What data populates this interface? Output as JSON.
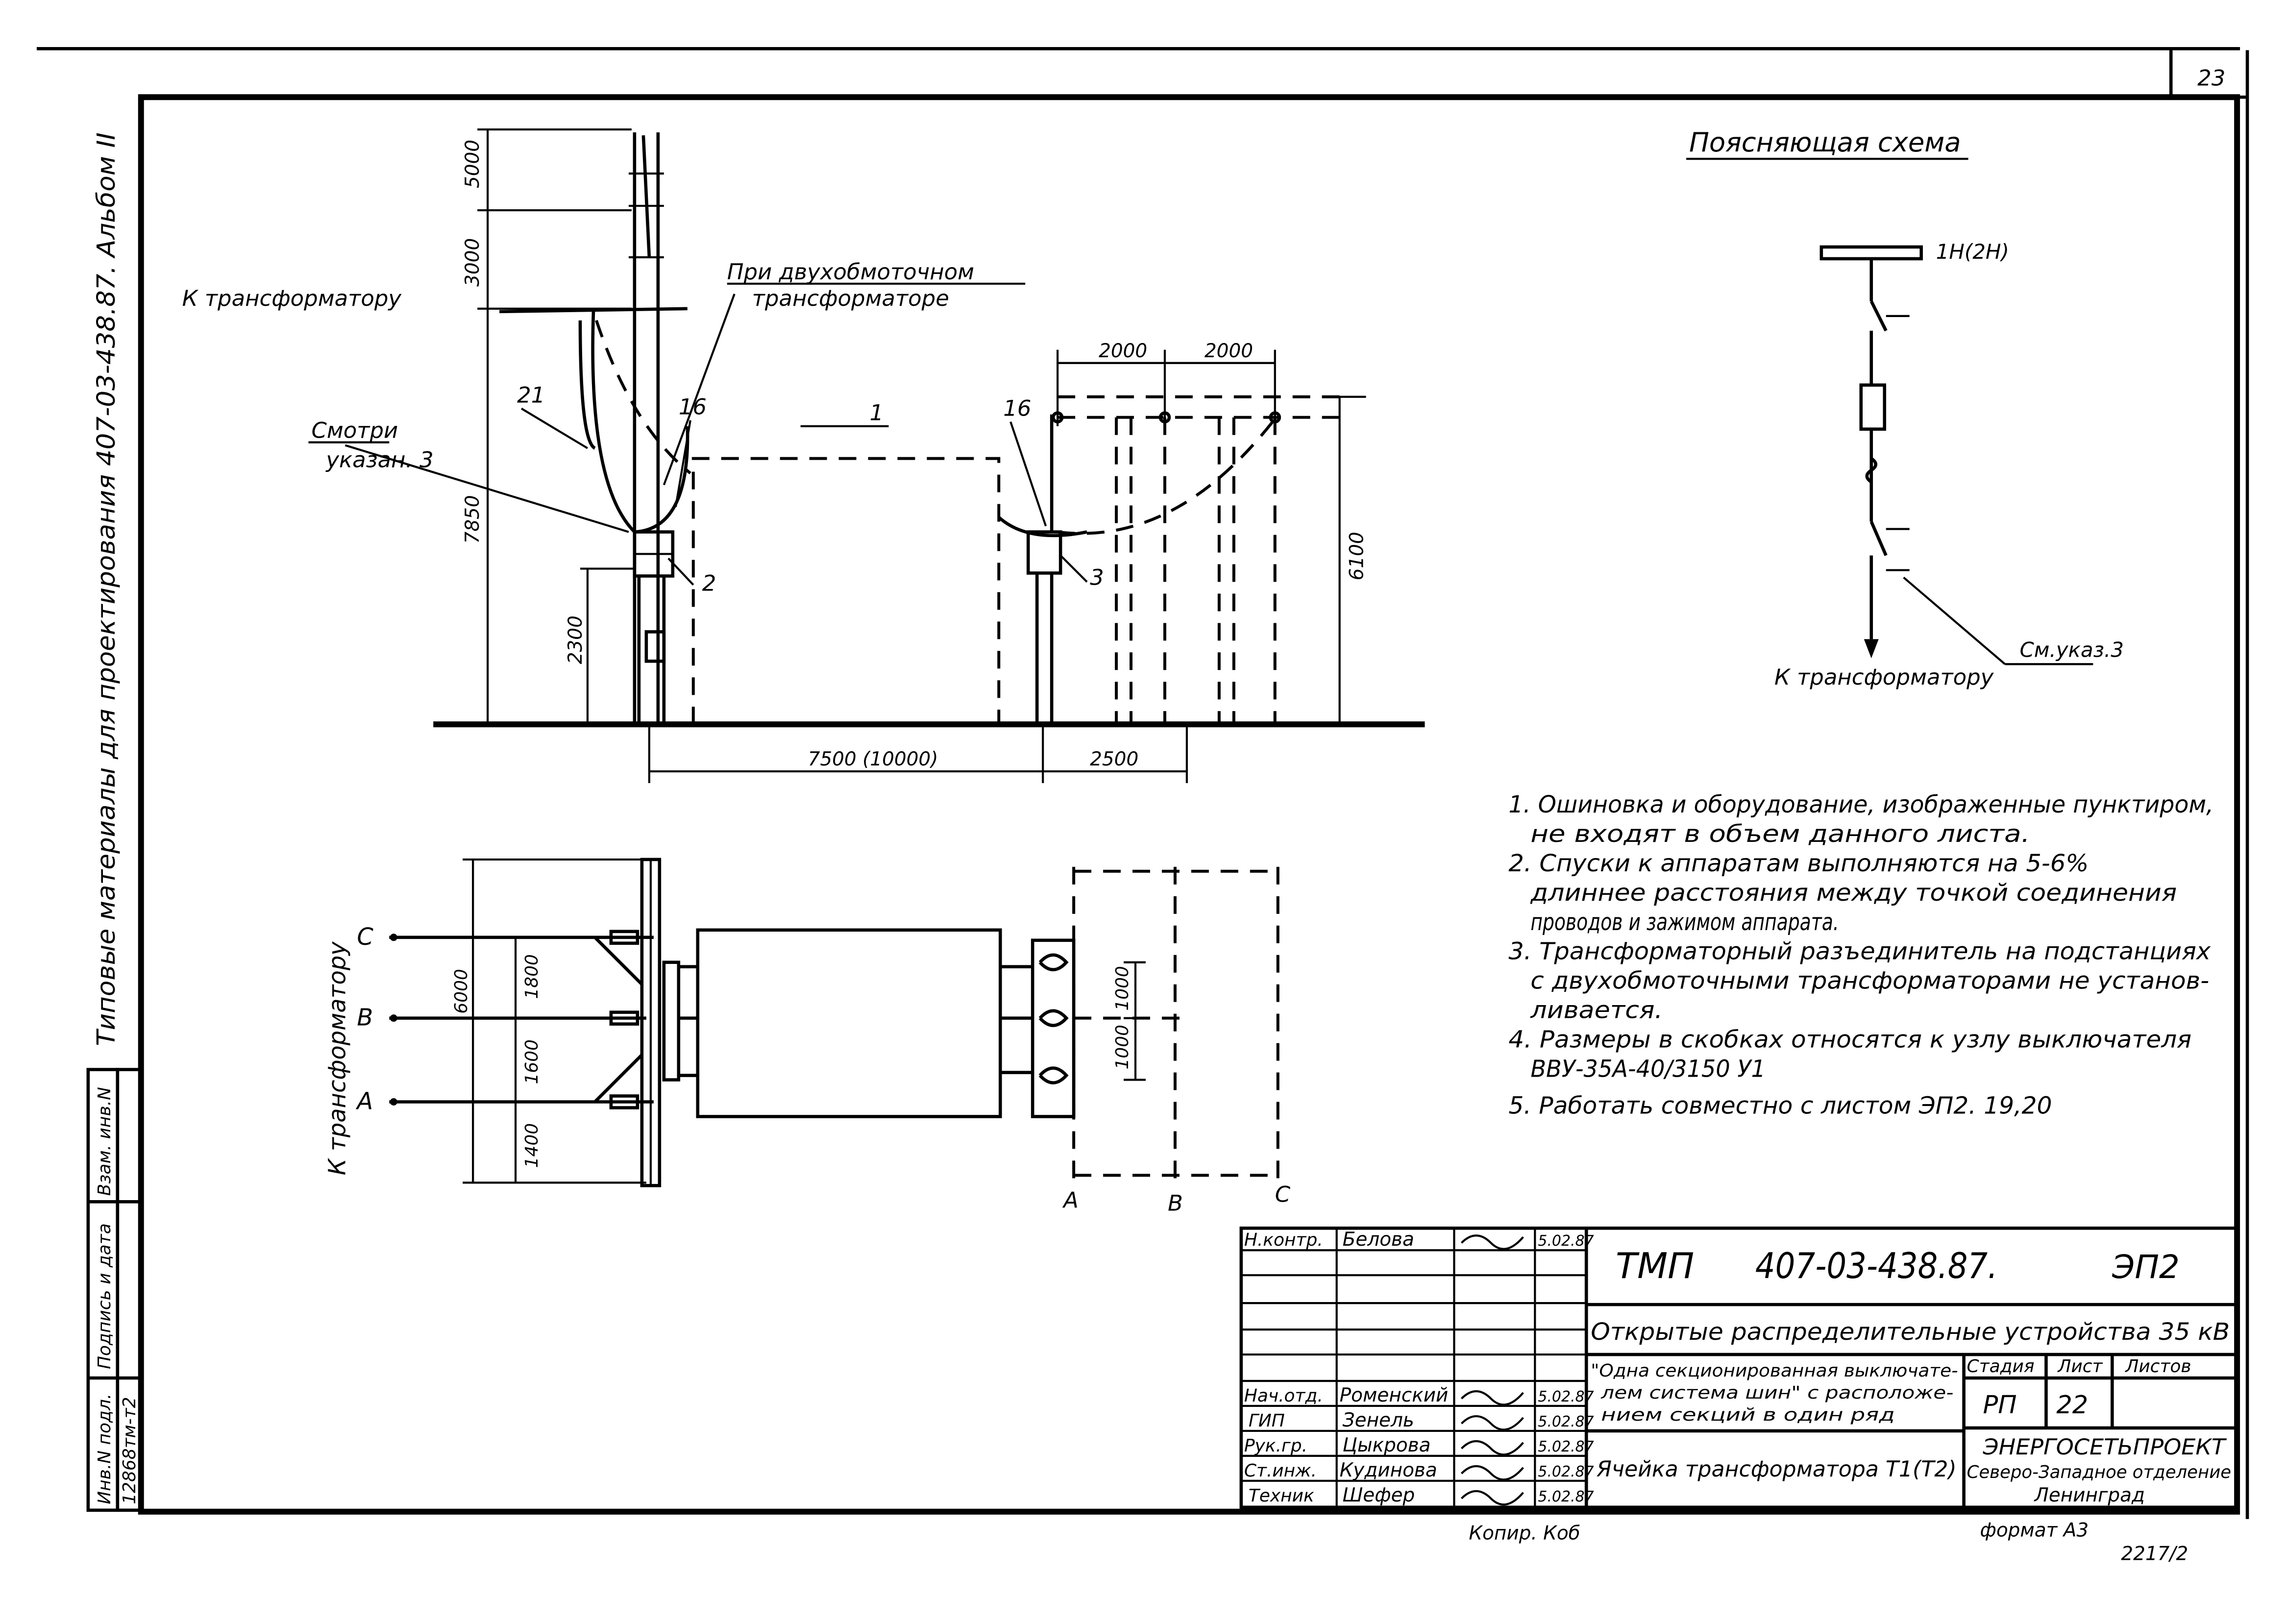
{
  "sheet": {
    "number": "23",
    "side_stamp": "Типовые материалы для проектирования 407-03-438.87. Альбом II",
    "bottom_left_num": "12868тм-т2",
    "side_labels": [
      "Инв.N подл.",
      "Подпись и дата",
      "Взам. инв.N"
    ],
    "copy_note": "Копир. Коб",
    "format_note": "формат А3",
    "inv_note": "2217/2"
  },
  "drawing": {
    "to_transformer": "К трансформатору",
    "two_winding": "При двухобмоточном",
    "two_winding_2": "трансформаторе",
    "see_note": "Смотри",
    "see_note_2": "указан. 3",
    "dims": {
      "d5000": "5000",
      "d3000": "3000",
      "d7850": "7850",
      "d2300": "2300",
      "d6100": "6100",
      "d2000a": "2000",
      "d2000b": "2000",
      "d7500": "7500 (10000)",
      "d2500": "2500",
      "d6000": "6000",
      "d1800": "1800",
      "d1600": "1600",
      "d1400": "1400",
      "d1000a": "1000",
      "d1000b": "1000"
    },
    "refs": {
      "r1": "1",
      "r2": "2",
      "r3": "3",
      "r16a": "16",
      "r16b": "16",
      "r21": "21"
    },
    "phases": {
      "c": "С",
      "b": "В",
      "a": "А"
    },
    "bottom_phases": {
      "a": "А",
      "b": "В",
      "c": "С"
    },
    "to_transformer_plan": "К трансформатору"
  },
  "schema": {
    "title": "Поясняющая схема",
    "bus_label": "1Н(2Н)",
    "see_note": "См.указ.3",
    "to_transformer": "К трансформатору"
  },
  "notes": [
    "1. Ошиновка и оборудование, изображенные пунктиром,",
    "не входят в объем данного листа.",
    "2. Спуски к аппаратам выполняются на 5-6%",
    "длиннее расстояния между точкой соединения",
    "проводов и зажимом аппарата.",
    "3. Трансформаторный разъединитель на подстанциях",
    "с двухобмоточными трансформаторами не установ-",
    "ливается.",
    "4. Размеры в скобках относятся к узлу выключателя",
    "ВВУ-35А-40/3150 У1",
    "5. Работать совместно с листом ЭП2. 19,20"
  ],
  "title_block": {
    "code_prefix": "ТМП",
    "code": "407-03-438.87.",
    "mark": "ЭП2",
    "project": "Открытые распределительные устройства 35 кВ",
    "subtitle_1": "\"Одна секционированная выключате-",
    "subtitle_2": "лем система шин\" с расположе-",
    "subtitle_3": "нием секций в один ряд",
    "sheet_name": "Ячейка трансформатора Т1(Т2)",
    "stage_h": "Стадия",
    "sheet_h": "Лист",
    "sheets_h": "Листов",
    "stage": "РП",
    "sheet_no": "22",
    "org_1": "ЭНЕРГОСЕТЬПРОЕКТ",
    "org_2": "Северо-Западное отделение",
    "org_3": "Ленинград",
    "signers": [
      {
        "role": "Н.контр.",
        "name": "Белова",
        "date": "5.02.87"
      },
      {
        "role": "Нач.отд.",
        "name": "Роменский",
        "date": "5.02.87"
      },
      {
        "role": "ГИП",
        "name": "Зенель",
        "date": "5.02.87"
      },
      {
        "role": "Рук.гр.",
        "name": "Цыкрова",
        "date": "5.02.87"
      },
      {
        "role": "Ст.инж.",
        "name": "Кудинова",
        "date": "5.02.87"
      },
      {
        "role": "Техник",
        "name": "Шефер",
        "date": "5.02.87"
      }
    ]
  }
}
